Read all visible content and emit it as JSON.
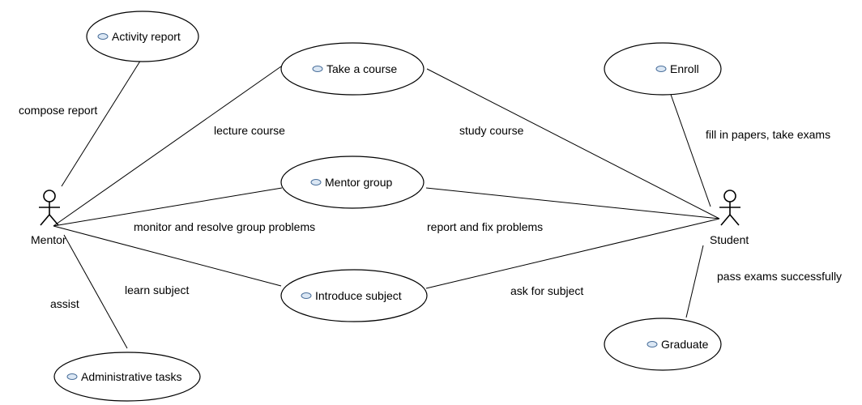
{
  "actors": {
    "mentor": {
      "name": "Mentor"
    },
    "student": {
      "name": "Student"
    }
  },
  "use_cases": {
    "activity_report": "Activity report",
    "take_course": "Take a course",
    "enroll": "Enroll",
    "mentor_group": "Mentor group",
    "introduce_subject": "Introduce subject",
    "administrative_tasks": "Administrative tasks",
    "graduate": "Graduate"
  },
  "associations": {
    "compose_report": "compose report",
    "lecture_course": "lecture course",
    "study_course": "study course",
    "fill_in_papers": "fill in papers, take exams",
    "monitor_group": "monitor and resolve group problems",
    "report_fix": "report and fix problems",
    "learn_subject": "learn subject",
    "ask_subject": "ask for subject",
    "assist": "assist",
    "pass_exams": "pass exams successfully"
  },
  "colors": {
    "line": "#000000",
    "use_case_icon_fill": "#dbe7f4",
    "use_case_icon_stroke": "#4a6f9a"
  }
}
